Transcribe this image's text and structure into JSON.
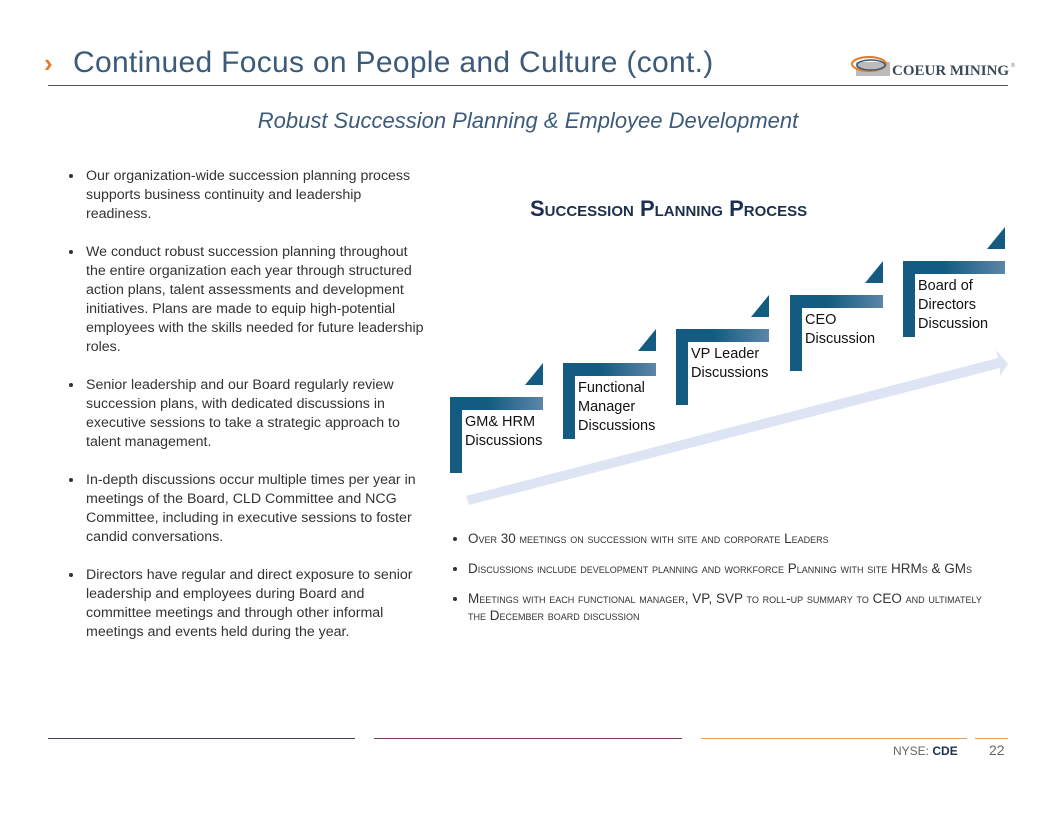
{
  "header": {
    "title": "Continued Focus on People and Culture (cont.)",
    "logo_text": "COEUR MINING"
  },
  "subtitle": "Robust Succession Planning & Employee Development",
  "left_bullets": [
    "Our organization-wide succession planning process supports business continuity and leadership readiness.",
    "We conduct robust succession planning throughout the entire organization each year through structured action plans, talent assessments and development initiatives. Plans are made to equip high-potential employees with the skills needed for future leadership roles.",
    "Senior leadership and our Board regularly review succession plans, with dedicated discussions in executive sessions to take a strategic approach to talent management.",
    "In-depth discussions occur multiple times per year in meetings of the Board, CLD Committee and NCG Committee, including in executive sessions to foster candid conversations.",
    "Directors have regular and direct exposure to senior leadership and employees during Board and committee meetings and through other informal meetings and events held during the year."
  ],
  "process": {
    "title": "Succession Planning Process",
    "steps": [
      {
        "l1": "GM& HRM",
        "l2": "Discussions",
        "l3": ""
      },
      {
        "l1": "Functional",
        "l2": "Manager",
        "l3": "Discussions"
      },
      {
        "l1": "VP Leader",
        "l2": "Discussions",
        "l3": ""
      },
      {
        "l1": "CEO",
        "l2": "Discussion",
        "l3": ""
      },
      {
        "l1": "Board of",
        "l2": "Directors",
        "l3": "Discussion"
      }
    ]
  },
  "right_bullets": [
    "Over 30 meetings on succession with site and corporate Leaders",
    "Discussions include development planning and workforce Planning with site HRMs & GMs",
    "Meetings with each functional manager, VP, SVP to roll-up summary to CEO and ultimately the December board discussion"
  ],
  "footer": {
    "exchange": "NYSE:",
    "ticker": "CDE",
    "page": "22"
  },
  "colors": {
    "accent": "#e07b2a",
    "title": "#3c5a7a",
    "step": "#135b80"
  }
}
